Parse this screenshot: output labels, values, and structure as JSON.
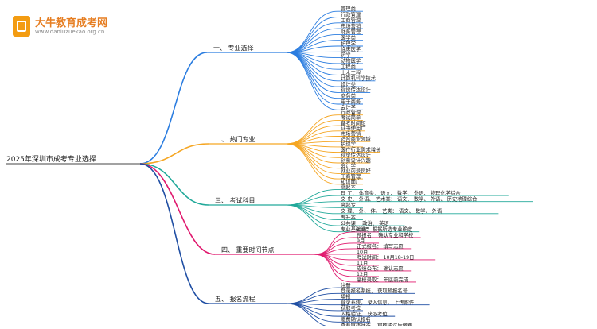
{
  "logo": {
    "title": "大牛教育成考网",
    "url": "www.daniuzuekao.org.cn"
  },
  "root": "2025年深圳市成考专业选择",
  "colors": {
    "blue": "#2b7de0",
    "orange": "#f5a623",
    "teal": "#22a99a",
    "pink": "#e0196e",
    "navy": "#1f4ea3"
  },
  "branches": [
    {
      "label": "一、  专业选择",
      "color": "blue",
      "items": [
        "管理类",
        "行政管理",
        "工商管理",
        "市场营销",
        "财务管理",
        "医学类",
        "护理学",
        "临床医学",
        "药学",
        "动物医学",
        "工程类",
        "土木工程",
        "计算机科学技术",
        "设计类",
        "视觉传达设计",
        "商务类",
        "电子商务",
        "会计学"
      ]
    },
    {
      "label": "二、  热门专业",
      "color": "orange",
      "items": [
        "行政管理",
        "考试简单",
        "备考时间短",
        "证书使用广",
        "市场营销",
        "适合商业领域",
        "护理学",
        "医疗行业需求增长",
        "视觉传达设计",
        "创意设计兴趣",
        "会计学",
        "就业前景良好",
        "工商管理",
        "知识面广"
      ]
    },
    {
      "label": "三、  考试科目",
      "color": "teal",
      "items": [
        "高起本",
        "理  工、  体育类：  语文、  数学、  外语、  物理化学综合",
        "文  史、  外语、  艺术类：  语文、  数学、  外语、  历史地理综合",
        "高起专",
        "文  理、  外、  体、  艺类：  语文、  数学、  外语",
        "专升本",
        "公共课：  政治、  英语",
        "专业基础课：  根据所选专业确定"
      ]
    },
    {
      "label": "四、  重要时间节点",
      "color": "pink",
      "items": [
        "3-8月",
        "预报名：  确认专业和学校",
        "9月",
        "正式报名：  填写志愿",
        "10月",
        "考试时间：  10月18-19日",
        "11月",
        "成绩公布：  确认志愿",
        "12月",
        "高校录取：  年底前完成"
      ]
    },
    {
      "label": "五、  报名流程",
      "color": "navy",
      "items": [
        "注册",
        "登录报名系统，  获取预报名号",
        "填报",
        "登录系统，  录入信息，  上传附件",
        "获取考位",
        "入格验证，  获取考位",
        "缴费确认报名",
        "查看审核状态，  审核通过后缴费"
      ]
    }
  ]
}
